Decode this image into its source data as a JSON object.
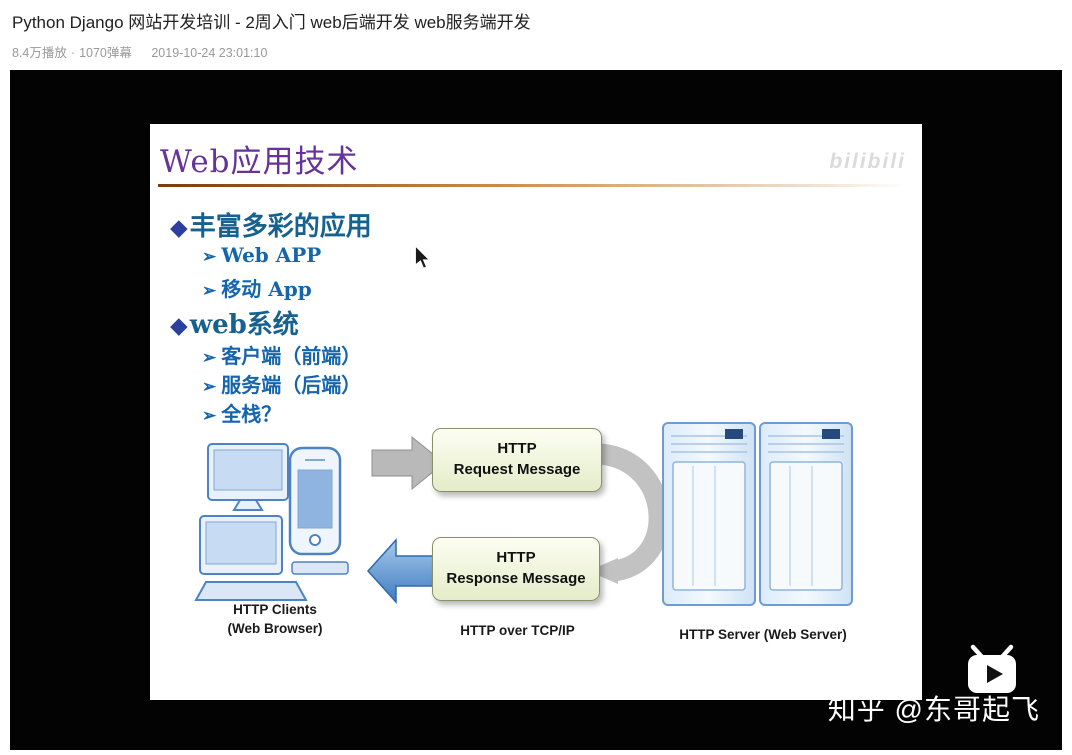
{
  "header": {
    "title": "Python Django 网站开发培训 - 2周入门 web后端开发 web服务端开发",
    "plays": "8.4万播放",
    "dot": "·",
    "danmaku": "1070弹幕",
    "date": "2019-10-24 23:01:10"
  },
  "slide": {
    "title": "Web应用技术",
    "watermark": "bilibili",
    "icons": {
      "diamond": "◆",
      "arrow": "➢"
    },
    "bullets": [
      {
        "text": "丰富多彩的应用"
      },
      {
        "text": "Web APP"
      },
      {
        "text": "移动 App"
      },
      {
        "text": "web系统"
      },
      {
        "text": "客户端（前端）"
      },
      {
        "text": "服务端（后端）"
      },
      {
        "text": "全栈？"
      }
    ],
    "diagram": {
      "request_line1": "HTTP",
      "request_line2": "Request Message",
      "response_line1": "HTTP",
      "response_line2": "Response Message",
      "clients_line1": "HTTP Clients",
      "clients_line2": "(Web Browser)",
      "protocol": "HTTP over TCP/IP",
      "server": "HTTP Server (Web Server)"
    }
  },
  "player": {
    "watermark": "知乎 @东哥起飞"
  }
}
